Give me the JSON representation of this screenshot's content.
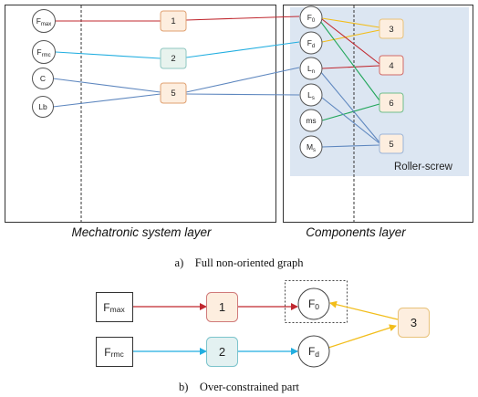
{
  "part_a": {
    "mechatronic_layer_label": "Mechatronic system layer",
    "components_layer_label": "Components layer",
    "roller_screw_label": "Roller-screw",
    "caption": "a)    Full non-oriented graph",
    "system_params": [
      {
        "id": "Fmax",
        "main": "F",
        "sub": "max"
      },
      {
        "id": "Frmc",
        "main": "F",
        "sub": "rmc"
      },
      {
        "id": "C",
        "main": "C",
        "sub": ""
      },
      {
        "id": "Lb",
        "main": "Lb",
        "sub": ""
      }
    ],
    "system_relations": [
      {
        "id": "r1",
        "label": "1"
      },
      {
        "id": "r2",
        "label": "2"
      },
      {
        "id": "r5",
        "label": "5"
      }
    ],
    "component_params": [
      {
        "id": "F0",
        "main": "F",
        "sub": "0"
      },
      {
        "id": "Fd",
        "main": "F",
        "sub": "d"
      },
      {
        "id": "Ln",
        "main": "L",
        "sub": "n"
      },
      {
        "id": "Ls",
        "main": "L",
        "sub": "s"
      },
      {
        "id": "ms",
        "main": "ms",
        "sub": ""
      },
      {
        "id": "Ms",
        "main": "M",
        "sub": "s"
      }
    ],
    "component_relations": [
      {
        "id": "c3",
        "label": "3"
      },
      {
        "id": "c4",
        "label": "4"
      },
      {
        "id": "c6",
        "label": "6"
      },
      {
        "id": "c5",
        "label": "5"
      }
    ]
  },
  "part_b": {
    "caption": "b)    Over-constrained part",
    "inputs": [
      {
        "id": "Fmax",
        "main": "F",
        "sub": "max"
      },
      {
        "id": "Frmc",
        "main": "F",
        "sub": "rmc"
      }
    ],
    "relations": [
      {
        "id": "r1",
        "label": "1"
      },
      {
        "id": "r2",
        "label": "2"
      },
      {
        "id": "r3",
        "label": "3"
      }
    ],
    "outputs": [
      {
        "id": "F0",
        "main": "F",
        "sub": "0"
      },
      {
        "id": "Fd",
        "main": "F",
        "sub": "d"
      }
    ]
  },
  "colors": {
    "red": "#c0282f",
    "cyan": "#22aee0",
    "blue": "#5e87bf",
    "yellow": "#f2bd1a",
    "green": "#21a65a",
    "relation_fill": "#fdeedf",
    "relation2_fill": "#e3f1f1",
    "roller_bg": "#dce6f2",
    "node_stroke": "#555555"
  }
}
